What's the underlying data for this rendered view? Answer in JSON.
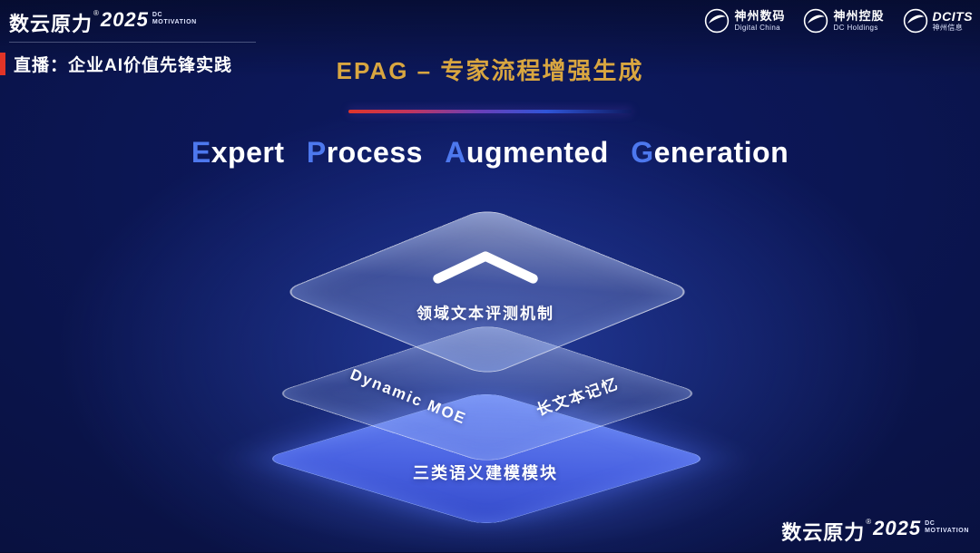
{
  "header": {
    "brand": {
      "name": "数云原力",
      "reg": "®",
      "year": "2025",
      "tagline_line1": "DC",
      "tagline_line2": "MOTIVATION"
    },
    "live_label": "直播：企业AI价值先锋实践",
    "slide_title": "EPAG – 专家流程增强生成",
    "partner_logos": [
      {
        "line1": "神州数码",
        "line2": "Digital China"
      },
      {
        "line1": "神州控股",
        "line2": "DC Holdings"
      },
      {
        "line1": "DCITS",
        "line2": "神州信息"
      }
    ]
  },
  "main": {
    "heading": {
      "words": [
        {
          "initial": "E",
          "rest": "xpert"
        },
        {
          "initial": "P",
          "rest": "rocess"
        },
        {
          "initial": "A",
          "rest": "ugmented"
        },
        {
          "initial": "G",
          "rest": "eneration"
        }
      ]
    },
    "stack": {
      "top_layer_label": "领域文本评测机制",
      "middle_layer_left_label": "Dynamic MOE",
      "middle_layer_right_label": "长文本记忆",
      "bottom_layer_label": "三类语义建模模块"
    }
  },
  "footer": {
    "brand": {
      "name": "数云原力",
      "reg": "®",
      "year": "2025",
      "tagline_line1": "DC",
      "tagline_line2": "MOTIVATION"
    }
  },
  "colors": {
    "accent_gold": "#d9a640",
    "accent_red": "#e23427",
    "heading_initial_blue": "#4d78ee",
    "layer_blue": "#4a63e2"
  }
}
